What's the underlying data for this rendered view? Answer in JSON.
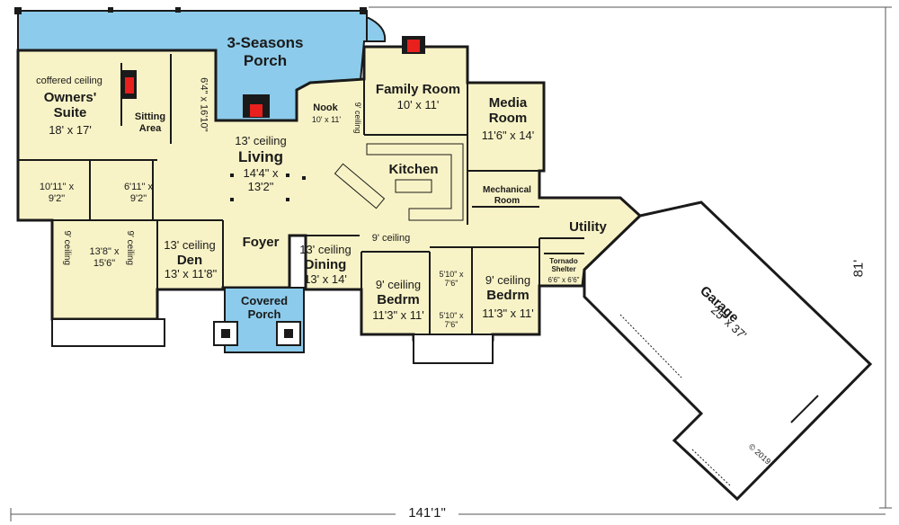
{
  "plan": {
    "rooms": {
      "porch3": {
        "name": "3-Seasons\nPorch"
      },
      "owners": {
        "note": "coffered ceiling",
        "name": "Owners'\nSuite",
        "dims": "18' x 17'"
      },
      "sitting": {
        "name": "Sitting\nArea"
      },
      "closet_a": {
        "dims": "6'4\" x 16'10\""
      },
      "living": {
        "ceiling": "13' ceiling",
        "name": "Living",
        "dims": "14'4\" x\n13'2\""
      },
      "nook": {
        "name": "Nook",
        "dims": "10' x 11'",
        "ceiling": "9' ceiling"
      },
      "family": {
        "name": "Family Room",
        "dims": "10' x 11'"
      },
      "media": {
        "name": "Media\nRoom",
        "dims": "11'6\" x 14'"
      },
      "kitchen": {
        "name": "Kitchen"
      },
      "mechanical": {
        "name": "Mechanical\nRoom"
      },
      "wic1": {
        "dims": "10'11\" x\n9'2\""
      },
      "wic2": {
        "dims": "6'11\" x\n9'2\""
      },
      "bath": {
        "dims": "13'8\" x\n15'6\"",
        "ceiling_left": "9' ceiling",
        "ceiling_right": "9' ceiling"
      },
      "den": {
        "ceiling": "13' ceiling",
        "name": "Den",
        "dims": "13' x 11'8\""
      },
      "foyer": {
        "name": "Foyer"
      },
      "covered": {
        "name": "Covered\nPorch"
      },
      "dining": {
        "ceiling": "13' ceiling",
        "name": "Dining",
        "dims": "13' x 14'"
      },
      "hall": {
        "ceiling": "9' ceiling"
      },
      "bed1": {
        "ceiling": "9' ceiling",
        "name": "Bedrm",
        "dims": "11'3\" x 11'"
      },
      "bed2": {
        "ceiling": "9' ceiling",
        "name": "Bedrm",
        "dims": "11'3\" x 11'"
      },
      "bath2a": {
        "dims": "5'10\" x\n7'6\""
      },
      "bath2b": {
        "dims": "5'10\" x\n7'6\""
      },
      "utility": {
        "name": "Utility"
      },
      "tornado": {
        "name": "Tornado\nShelter",
        "dims": "6'6\" x 6'6\""
      },
      "garage": {
        "name": "Garage",
        "dims": "25' x 37'"
      }
    },
    "dimensions": {
      "width": "141'1\"",
      "depth": "81'"
    },
    "copyright": "© 2019",
    "colors": {
      "floor": "#f8f3c6",
      "porch": "#8ccbeb",
      "wall": "#1a1a1a",
      "fireplace": "#e8201e",
      "background": "#ffffff"
    }
  }
}
